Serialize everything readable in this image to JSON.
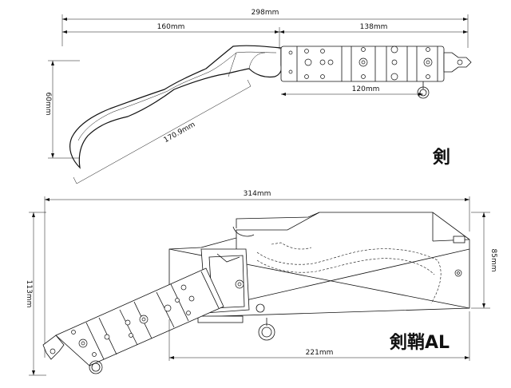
{
  "sword": {
    "title": "剣",
    "dimensions": {
      "overall_length": "298mm",
      "blade_length": "160mm",
      "handle_length": "138mm",
      "grip_length": "120mm",
      "height": "60mm",
      "blade_diagonal": "170.9mm"
    }
  },
  "sheath": {
    "title": "剣鞘AL",
    "dimensions": {
      "overall_length": "314mm",
      "height_left": "113mm",
      "height_right": "85mm",
      "bottom_length": "221mm"
    }
  }
}
